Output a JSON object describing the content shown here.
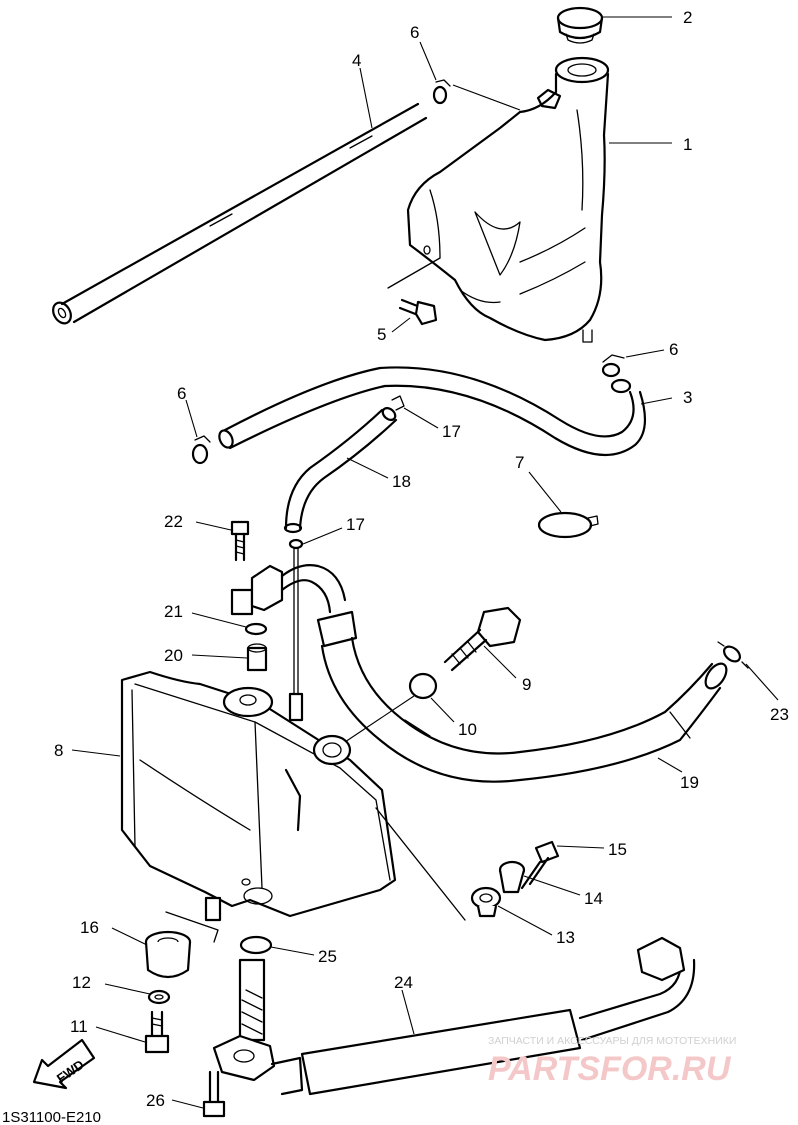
{
  "callouts": [
    {
      "id": "c1",
      "label": "1"
    },
    {
      "id": "c2",
      "label": "2"
    },
    {
      "id": "c3",
      "label": "3"
    },
    {
      "id": "c4",
      "label": "4"
    },
    {
      "id": "c5",
      "label": "5"
    },
    {
      "id": "c6a",
      "label": "6"
    },
    {
      "id": "c6b",
      "label": "6"
    },
    {
      "id": "c6c",
      "label": "6"
    },
    {
      "id": "c7",
      "label": "7"
    },
    {
      "id": "c8",
      "label": "8"
    },
    {
      "id": "c9",
      "label": "9"
    },
    {
      "id": "c10",
      "label": "10"
    },
    {
      "id": "c11",
      "label": "11"
    },
    {
      "id": "c12",
      "label": "12"
    },
    {
      "id": "c13",
      "label": "13"
    },
    {
      "id": "c14",
      "label": "14"
    },
    {
      "id": "c15",
      "label": "15"
    },
    {
      "id": "c16",
      "label": "16"
    },
    {
      "id": "c17a",
      "label": "17"
    },
    {
      "id": "c17b",
      "label": "17"
    },
    {
      "id": "c18",
      "label": "18"
    },
    {
      "id": "c19",
      "label": "19"
    },
    {
      "id": "c20",
      "label": "20"
    },
    {
      "id": "c21",
      "label": "21"
    },
    {
      "id": "c22",
      "label": "22"
    },
    {
      "id": "c23",
      "label": "23"
    },
    {
      "id": "c24",
      "label": "24"
    },
    {
      "id": "c25",
      "label": "25"
    },
    {
      "id": "c26",
      "label": "26"
    }
  ],
  "fwd_label": "FWD",
  "drawing_code": "1S31100-E210",
  "watermark": {
    "tagline": "ЗАПЧАСТИ И АКСЕССУАРЫ ДЛЯ МОТОТЕХНИКИ",
    "brand": "PARTSFOR.RU"
  }
}
